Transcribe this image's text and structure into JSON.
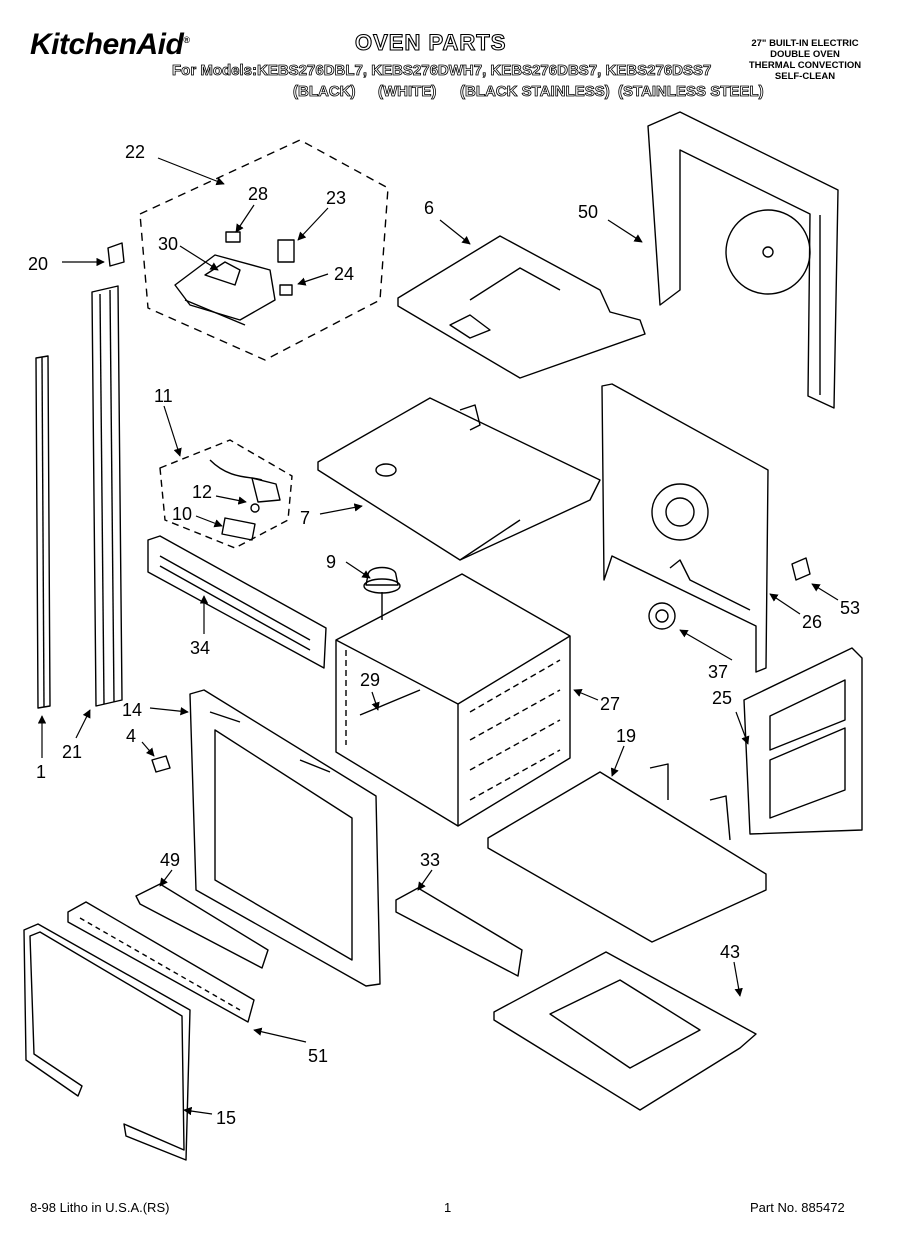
{
  "header": {
    "brand": "KitchenAid",
    "title": "OVEN PARTS",
    "models_line": "For Models:KEBS276DBL7, KEBS276DWH7, KEBS276DBS7, KEBS276DSS7",
    "colors": [
      "(BLACK)",
      "(WHITE)",
      "(BLACK STAINLESS)",
      "(STAINLESS STEEL)"
    ],
    "spec_lines": [
      "27\" BUILT-IN ELECTRIC",
      "DOUBLE OVEN",
      "THERMAL CONVECTION",
      "SELF-CLEAN"
    ]
  },
  "callouts": [
    "22",
    "28",
    "23",
    "30",
    "20",
    "24",
    "6",
    "50",
    "11",
    "12",
    "10",
    "7",
    "9",
    "34",
    "29",
    "27",
    "26",
    "53",
    "37",
    "25",
    "14",
    "4",
    "1",
    "21",
    "19",
    "49",
    "33",
    "43",
    "51",
    "15"
  ],
  "footer": {
    "litho": "8-98 Litho in U.S.A.(RS)",
    "page": "1",
    "part_no": "Part No. 885472"
  }
}
